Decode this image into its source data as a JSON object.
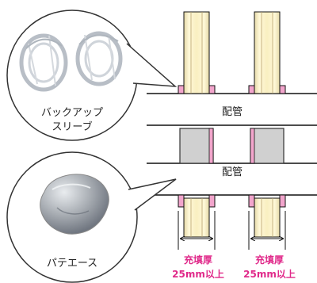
{
  "labels": {
    "backup_sleeve_line1": "バックアップ",
    "backup_sleeve_line2": "スリーブ",
    "putty": "パテエース",
    "pipe_upper": "配管",
    "pipe_lower": "配管"
  },
  "dimensions": {
    "left": {
      "title": "充填厚",
      "value": "25mm以上"
    },
    "right": {
      "title": "充填厚",
      "value": "25mm以上"
    }
  },
  "colors": {
    "accent": "#e02a8a",
    "pipe_fill": "#f7efc4",
    "pipe_stroke": "#7a6a43",
    "block_fill": "#d0d0d0",
    "line": "#111111"
  },
  "icons": {
    "sleeve": "backup-sleeve-icon",
    "putty": "putty-icon"
  }
}
